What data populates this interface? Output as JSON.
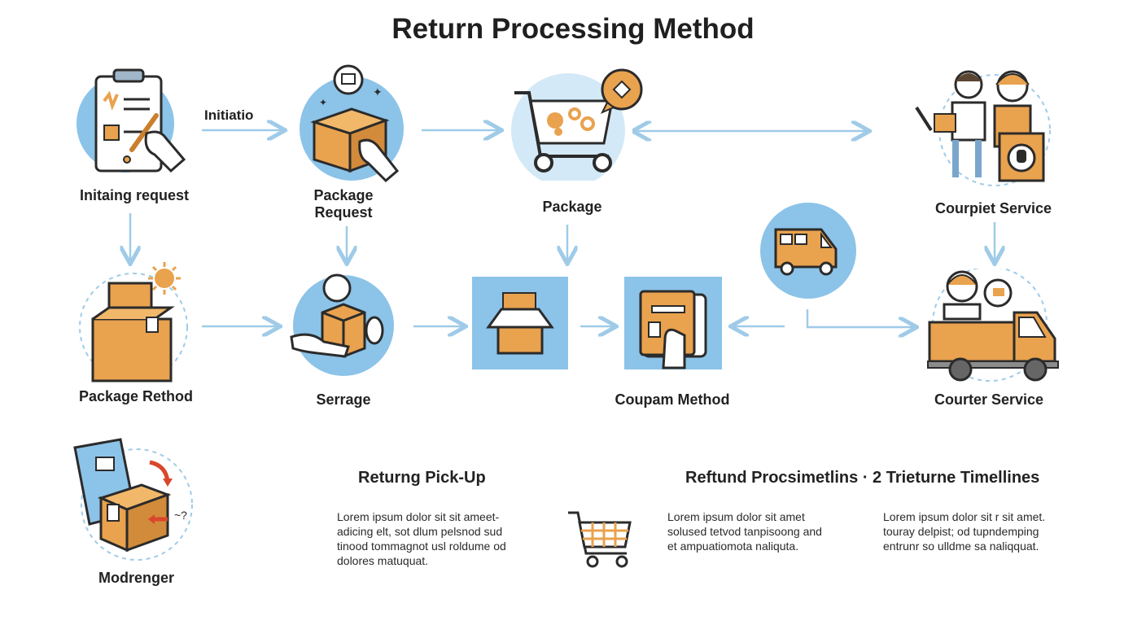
{
  "title": "Return Processing Method",
  "flow_arrow_label": "Initiatio",
  "nodes": {
    "initiating_request": "Initaing request",
    "package_request": "Package\nRequest",
    "package": "Package",
    "courier_service_top": "Courpiet Service",
    "package_method": "Package Rethod",
    "storage": "Serrage",
    "coupon_method": "Coupam Method",
    "courier_service_bottom": "Courter Service",
    "modrenger": "Modrenger"
  },
  "sections": {
    "pickup": {
      "heading": "Returng Pick-Up",
      "body": "Lorem ipsum dolor sit sit ameet-\nadicing elt, sot dlum pelsnod sud\ntinood tommagnot usl roldume od\ndolores matuquat."
    },
    "refund": {
      "heading": "Reftund Procsimetlins · 2 Trieturne Timellines",
      "col1": "Lorem ipsum dolor sit amet\nsolused tetvod tanpisoong and\net ampuatiomota naliquta.",
      "col2": "Lorem ipsum dolor sit r sit amet.\ntouray delpist; od tupndemping\nentrunr so ulldme sa naliqquat."
    }
  },
  "colors": {
    "accent_blue": "#8cc3e8",
    "light_blue": "#d3e9f7",
    "box_orange": "#e9a24e",
    "dark_orange": "#c9802e",
    "outline": "#2b2b2b",
    "arrow": "#9fcbe8"
  },
  "icons": [
    "clipboard-icon",
    "hand-pen-icon",
    "box-touch-icon",
    "chat-bubble-icon",
    "shopping-cart-icon",
    "couriers-icon",
    "stacked-boxes-icon",
    "sun-icon",
    "box-handover-icon",
    "open-box-icon",
    "coupon-phone-icon",
    "van-icon",
    "delivery-truck-icon",
    "book-box-icon",
    "cart-icon"
  ]
}
